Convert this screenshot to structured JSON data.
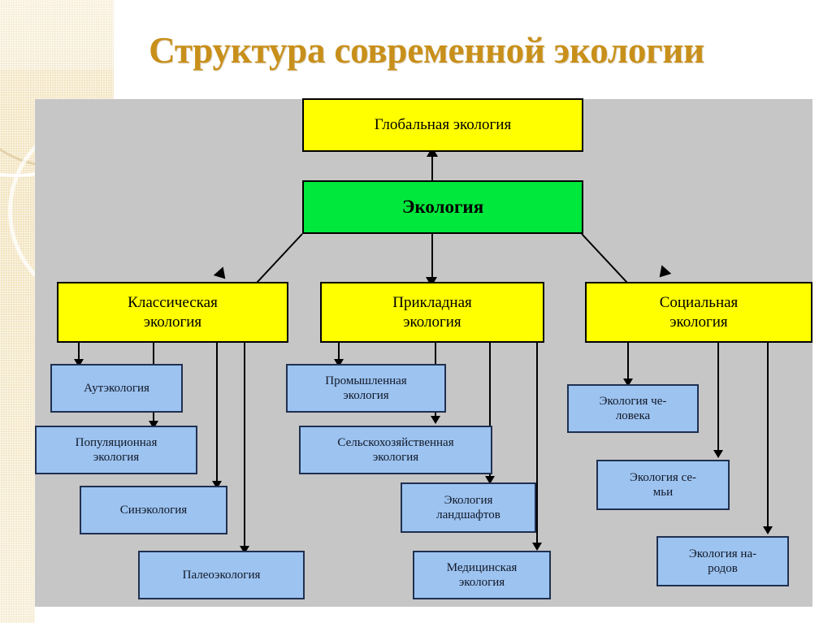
{
  "slide": {
    "title": "Структура современной экологии",
    "title_color": "#c8901a",
    "panel_color": "#c6c6c6"
  },
  "palette": {
    "yellow": "#ffff00",
    "green": "#00e83c",
    "blue": "#9dc3f0",
    "border_dark": "#000000",
    "blue_border": "#1f3050",
    "band_beige": "#f1e2bb"
  },
  "diagram": {
    "root": {
      "label": "Экология",
      "color": "green"
    },
    "top": {
      "label": "Глобальная экология",
      "color": "yellow"
    },
    "branches": [
      {
        "label_line1": "Классическая",
        "label_line2": "экология",
        "color": "yellow",
        "children": [
          {
            "label_line1": "Аутэкология",
            "label_line2": ""
          },
          {
            "label_line1": "Популяционная",
            "label_line2": "экология"
          },
          {
            "label_line1": "Синэкология",
            "label_line2": ""
          },
          {
            "label_line1": "Палеоэкология",
            "label_line2": ""
          }
        ]
      },
      {
        "label_line1": "Прикладная",
        "label_line2": "экология",
        "color": "yellow",
        "children": [
          {
            "label_line1": "Промышленная",
            "label_line2": "экология"
          },
          {
            "label_line1": "Сельскохозяйственная",
            "label_line2": "экология"
          },
          {
            "label_line1": "Экология",
            "label_line2": "ландшафтов"
          },
          {
            "label_line1": "Медицинская",
            "label_line2": "экология"
          }
        ]
      },
      {
        "label_line1": "Социальная",
        "label_line2": "экология",
        "color": "yellow",
        "children": [
          {
            "label_line1": "Экология че-",
            "label_line2": "ловека"
          },
          {
            "label_line1": "Экология се-",
            "label_line2": "мьи"
          },
          {
            "label_line1": "Экология на-",
            "label_line2": "родов"
          }
        ]
      }
    ]
  }
}
